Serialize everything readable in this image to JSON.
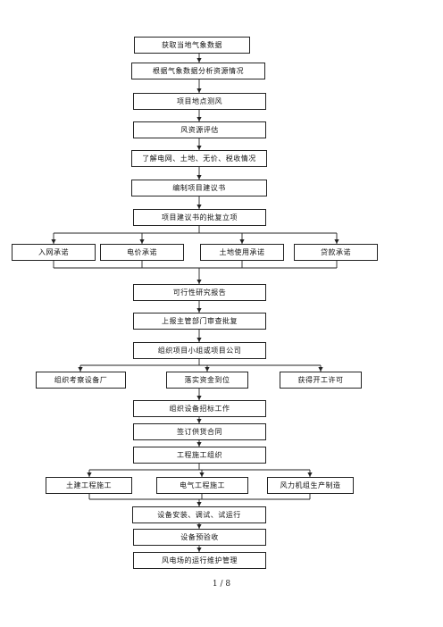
{
  "flowchart": {
    "steps": [
      "获取当地气象数据",
      "根据气象数据分析资源情况",
      "项目地点测风",
      "风资源评估",
      "了解电网、土地、无价、税收情况",
      "编制项目建议书",
      "项目建议书的批复立项",
      "可行性研究报告",
      "上报主管部门审查批复",
      "组织项目小组或项目公司",
      "组织设备招标工作",
      "签订供货合同",
      "工程施工组织",
      "设备安装、调试、试运行",
      "设备预验收",
      "风电场的运行维护管理"
    ],
    "branch_commitments": [
      "入网承诺",
      "电价承诺",
      "土地使用承诺",
      "贷款承诺"
    ],
    "branch_preparation": [
      "组织考察设备厂",
      "落实资金到位",
      "获得开工许可"
    ],
    "branch_construction": [
      "土建工程施工",
      "电气工程施工",
      "风力机组生产制造"
    ]
  },
  "footer": {
    "page_number": "1 / 8"
  }
}
